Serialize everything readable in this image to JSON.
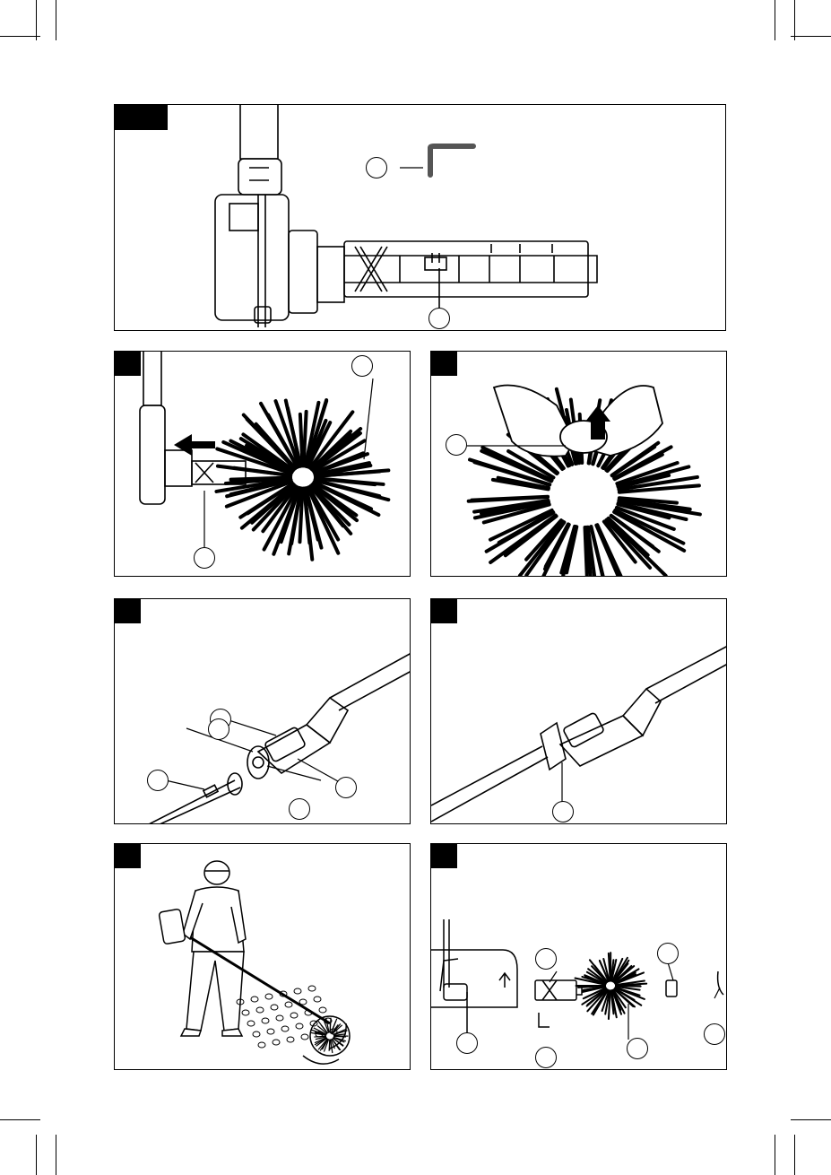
{
  "document": {
    "figures": [
      {
        "id": "fig-1"
      },
      {
        "id": "fig-2"
      },
      {
        "id": "fig-3"
      },
      {
        "id": "fig-4"
      },
      {
        "id": "fig-5"
      },
      {
        "id": "fig-6"
      },
      {
        "id": "fig-7"
      }
    ],
    "colors": {
      "line": "#000000",
      "paper": "#ffffff",
      "shade": "#d9d9d9"
    }
  }
}
